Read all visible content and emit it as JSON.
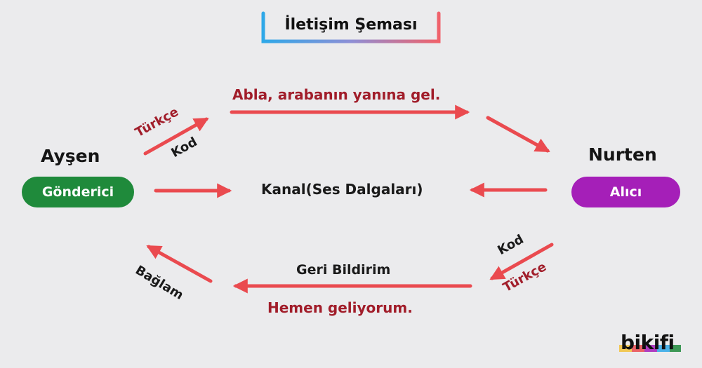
{
  "title": "İletişim Şeması",
  "colors": {
    "arrow": "#ea4a4f",
    "sender_pill": "#1f8a3b",
    "receiver_pill": "#a51fb8",
    "message_text": "#a11d2a",
    "title_bracket_left": "#2fa8e8",
    "title_bracket_right": "#f0626b"
  },
  "sender": {
    "name": "Ayşen",
    "role": "Gönderici"
  },
  "receiver": {
    "name": "Nurten",
    "role": "Alıcı"
  },
  "channel": "Kanal(Ses Dalgaları)",
  "top": {
    "language": "Türkçe",
    "code": "Kod",
    "message": "Abla, arabanın yanına gel."
  },
  "bottom": {
    "feedback": "Geri Bildirim",
    "message": "Hemen geliyorum.",
    "code": "Kod",
    "language": "Türkçe",
    "context": "Bağlam"
  },
  "logo": "bikifi"
}
